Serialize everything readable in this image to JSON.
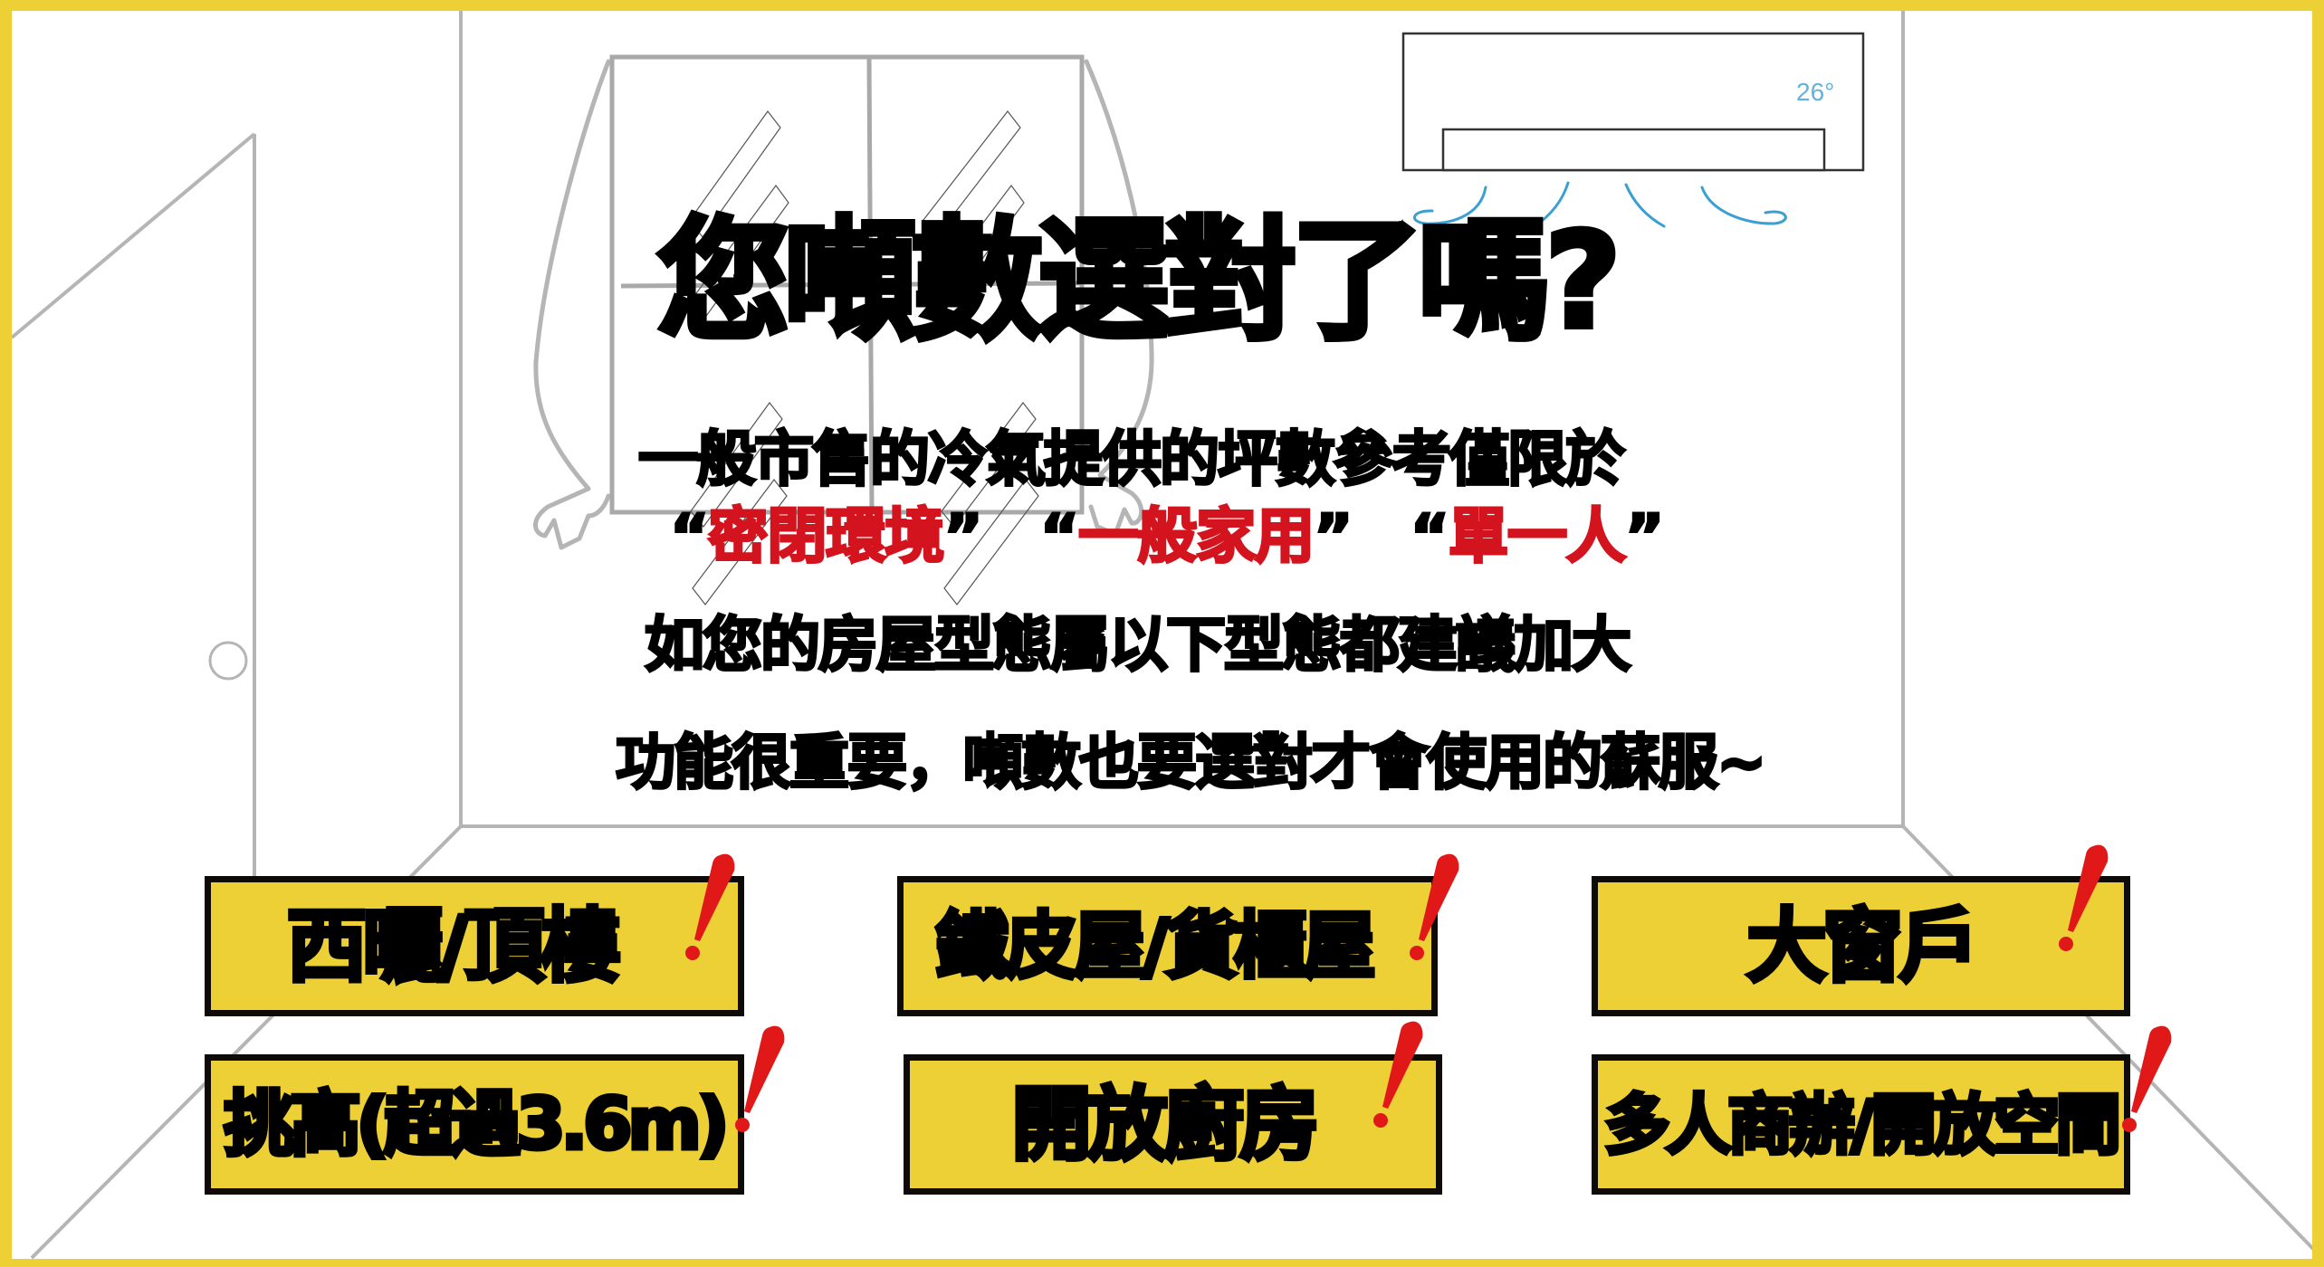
{
  "colors": {
    "frame_yellow": "#EDCF36",
    "tag_fill": "#EDCF36",
    "highlight_red": "#D3141E",
    "exclaim_red": "#E01818",
    "sketch_gray": "#b5b5b5",
    "air_blue": "#3a9fd1"
  },
  "scene": {
    "icons": [
      "door-icon",
      "window-icon",
      "curtain-icon",
      "air-conditioner-icon",
      "airflow-icon"
    ],
    "ac_temperature": "26°"
  },
  "headline": {
    "title": "您噸數選對了嗎?",
    "line1": "一般市售的冷氣提供的坪數參考僅限於",
    "line2": {
      "items": [
        {
          "open_quote": "“",
          "text": "密閉環境",
          "close_quote": "”"
        },
        {
          "open_quote": "“",
          "text": "一般家用",
          "close_quote": "”"
        },
        {
          "open_quote": "“",
          "text": "單一人",
          "close_quote": "”"
        }
      ]
    },
    "line3": "如您的房屋型態屬以下型態都建議加大",
    "line4": "功能很重要，噸數也要選對才會使用的蘇服~"
  },
  "tags": [
    {
      "label": "西曬/頂樓",
      "icon": "exclamation-icon"
    },
    {
      "label": "鐵皮屋/貨櫃屋",
      "icon": "exclamation-icon"
    },
    {
      "label": "大窗戶",
      "icon": "exclamation-icon"
    },
    {
      "label": "挑高(超過3.6m)",
      "icon": "exclamation-icon"
    },
    {
      "label": "開放廚房",
      "icon": "exclamation-icon"
    },
    {
      "label": "多人商辦/開放空間",
      "icon": "exclamation-icon"
    }
  ]
}
